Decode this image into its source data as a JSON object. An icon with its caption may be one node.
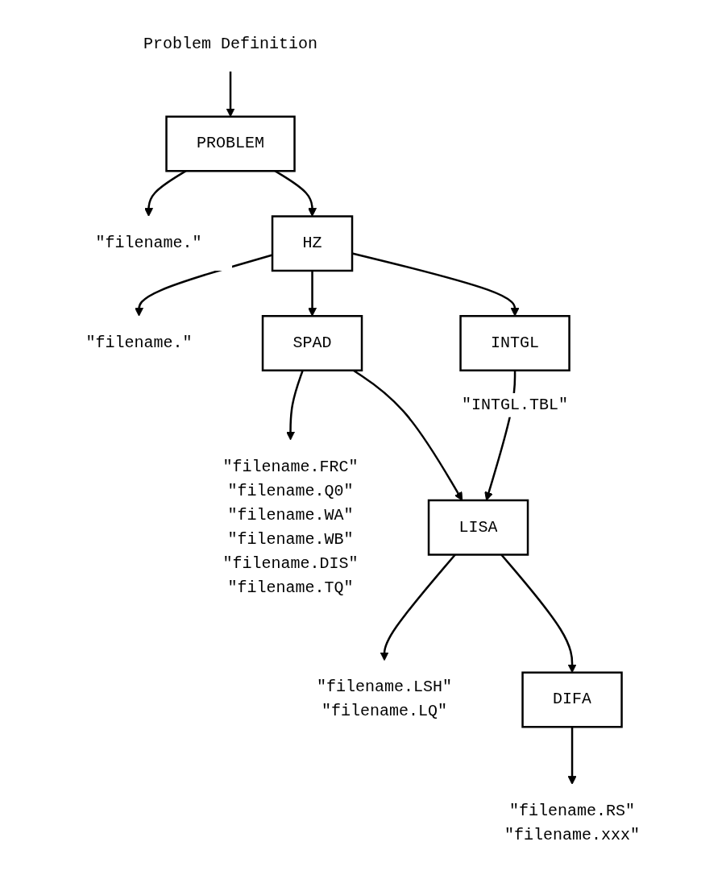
{
  "diagram": {
    "nodes": [
      {
        "text": [
          "Problem Definition"
        ]
      },
      {
        "text": [
          "PROBLEM"
        ]
      },
      {
        "text": [
          "\"filename.\""
        ]
      },
      {
        "text": [
          "HZ"
        ]
      },
      {
        "text": [
          "\"filename.\""
        ]
      },
      {
        "text": [
          "INTGL"
        ]
      },
      {
        "text": [
          "SPAD"
        ]
      },
      {
        "text": [
          "\"filename.FRC\"",
          "\"filename.Q0\"",
          "\"filename.WA\"",
          "\"filename.WB\"",
          "\"filename.DIS\"",
          "\"filename.TQ\""
        ]
      },
      {
        "text": [
          "LISA"
        ]
      },
      {
        "text": [
          "\"filename.LSH\"",
          "\"filename.LQ\""
        ]
      },
      {
        "text": [
          "DIFA"
        ]
      },
      {
        "text": [
          "\"filename.RS\"",
          "\"filename.xxx\""
        ]
      }
    ],
    "edges": [
      {
        "from": 0,
        "to": 1,
        "arrow": "to"
      },
      {
        "from": 1,
        "to": 3,
        "arrow": "to"
      },
      {
        "from": 1,
        "to": 2,
        "arrow": "to"
      },
      {
        "from": 3,
        "to": 5,
        "arrow": "to"
      },
      {
        "from": 3,
        "to": 6,
        "arrow": "to"
      },
      {
        "from": 3,
        "to": 4,
        "arrow": "to"
      },
      {
        "from": 6,
        "to": 8,
        "arrow": "to"
      },
      {
        "from": 6,
        "to": 7,
        "arrow": "to"
      },
      {
        "from": 5,
        "to": 8,
        "arrow": "to",
        "label": "\"INTGL.TBL\""
      },
      {
        "from": 8,
        "to": 10,
        "arrow": "to"
      },
      {
        "from": 8,
        "to": 9,
        "arrow": "to"
      },
      {
        "from": 10,
        "to": 11,
        "arrow": "to"
      }
    ]
  }
}
